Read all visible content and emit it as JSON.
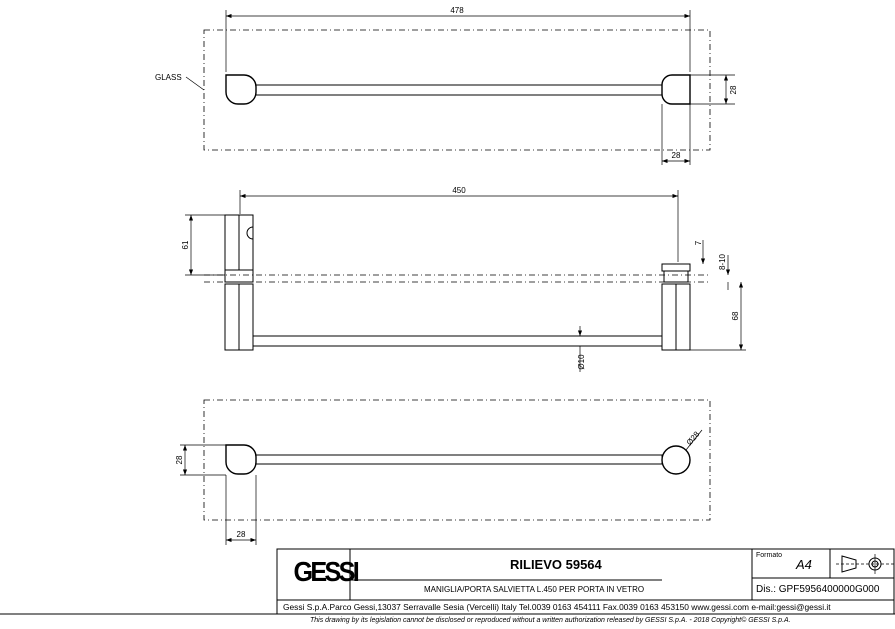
{
  "drawing": {
    "label_glass": "GLASS",
    "top_view": {
      "overall_width": "478",
      "cap_height": "28",
      "cap_width": "28"
    },
    "front_view": {
      "bar_length": "450",
      "upper_height": "61",
      "plate_thickness": "7",
      "glass_thickness": "8-10",
      "lower_height": "68",
      "bar_diameter": "Ø10"
    },
    "bottom_view": {
      "cap_height": "28",
      "cap_width": "28",
      "knob_diameter": "Ø28"
    }
  },
  "title_block": {
    "logo": "GESSI",
    "title": "RILIEVO 59564",
    "description": "MANIGLIA/PORTA SALVIETTA L.450 PER PORTA IN VETRO",
    "format_label": "Formato",
    "format_value": "A4",
    "drawing_number": "Dis.: GPF5956400000G000",
    "address": "Gessi S.p.A.Parco Gessi,13037 Serravalle Sesia (Vercelli) Italy Tel.0039 0163 454111 Fax.0039 0163 453150 www.gessi.com e-mail:gessi@gessi.it",
    "copyright": "This drawing by its legislation cannot be disclosed or reproduced without a written authorization released by GESSI S.p.A. - 2018 Copyright© GESSI S.p.A."
  }
}
